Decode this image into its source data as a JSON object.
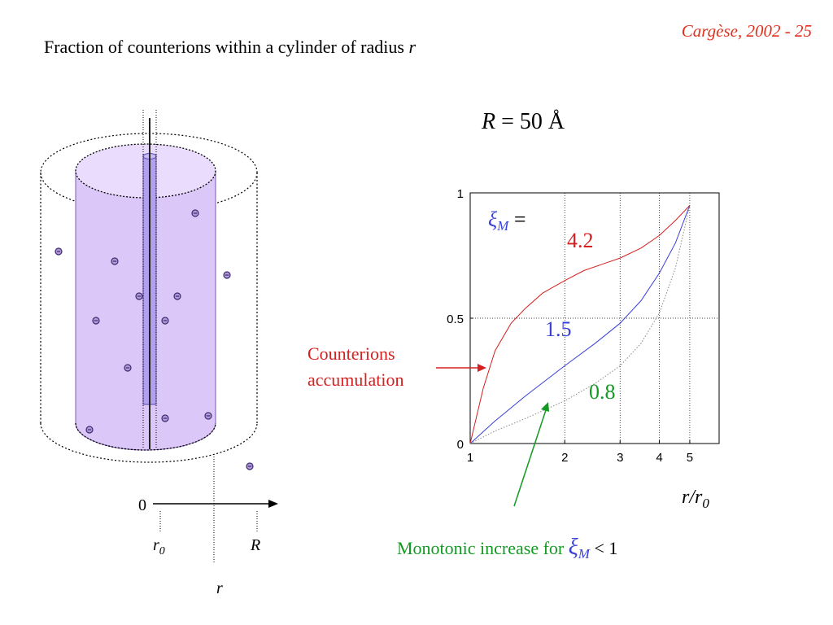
{
  "header": {
    "text": "Cargèse, 2002 - 25"
  },
  "title": {
    "text": "Fraction of counterions within a cylinder of radius ",
    "var": "r"
  },
  "colors": {
    "header": "#e0301e",
    "cylinder_fill": "#dcc8f8",
    "cylinder_stroke": "#7a5ab0",
    "red": "#d42020",
    "blue": "#3840d8",
    "green": "#129a22"
  },
  "diagram": {
    "axis_origin": "0",
    "labels": {
      "r0_main": "r",
      "r0_sub": "0",
      "R": "R",
      "r": "r"
    },
    "ion_symbol": "⊖"
  },
  "chart_data": {
    "type": "line",
    "title": "",
    "header_label": {
      "var": "R",
      "rest": " = 50 Å"
    },
    "xlabel": {
      "main": "r/r",
      "sub": "0"
    },
    "ylabel": "",
    "x_scale": "log",
    "xlim": [
      1,
      6.2
    ],
    "ylim": [
      0,
      1
    ],
    "xticks": [
      1,
      2,
      3,
      4,
      5
    ],
    "yticks": [
      0,
      0.5,
      1
    ],
    "ytick_labels": [
      "0",
      "0.5",
      "1"
    ],
    "series": [
      {
        "name": "4.2",
        "color": "#d42020",
        "dash": "solid",
        "x": [
          1,
          1.1,
          1.2,
          1.35,
          1.5,
          1.7,
          2.0,
          2.3,
          2.7,
          3.0,
          3.5,
          4.0,
          4.5,
          5.0
        ],
        "y": [
          0,
          0.22,
          0.37,
          0.48,
          0.54,
          0.6,
          0.65,
          0.69,
          0.72,
          0.74,
          0.78,
          0.83,
          0.89,
          0.95
        ]
      },
      {
        "name": "1.5",
        "color": "#3840d8",
        "dash": "solid",
        "x": [
          1,
          1.2,
          1.5,
          2.0,
          2.5,
          3.0,
          3.5,
          4.0,
          4.5,
          5.0
        ],
        "y": [
          0,
          0.09,
          0.19,
          0.31,
          0.4,
          0.48,
          0.57,
          0.68,
          0.8,
          0.95
        ]
      },
      {
        "name": "0.8",
        "color": "#888888",
        "dash": "dotted",
        "x": [
          1,
          1.2,
          1.5,
          2.0,
          2.5,
          3.0,
          3.5,
          4.0,
          4.5,
          5.0
        ],
        "y": [
          0,
          0.05,
          0.1,
          0.17,
          0.24,
          0.31,
          0.4,
          0.52,
          0.7,
          0.95
        ]
      }
    ],
    "annotations": {
      "xi_prefix": "ξ",
      "xi_sub": "M",
      "xi_suffix": " =",
      "label_42": "4.2",
      "label_15": "1.5",
      "label_08": "0.8",
      "counterions_line1": "Counterions",
      "counterions_line2": "accumulation",
      "monotonic_text": "Monotonic increase for ",
      "monotonic_xi": "ξ",
      "monotonic_sub": "M",
      "monotonic_tail": " < 1"
    }
  }
}
